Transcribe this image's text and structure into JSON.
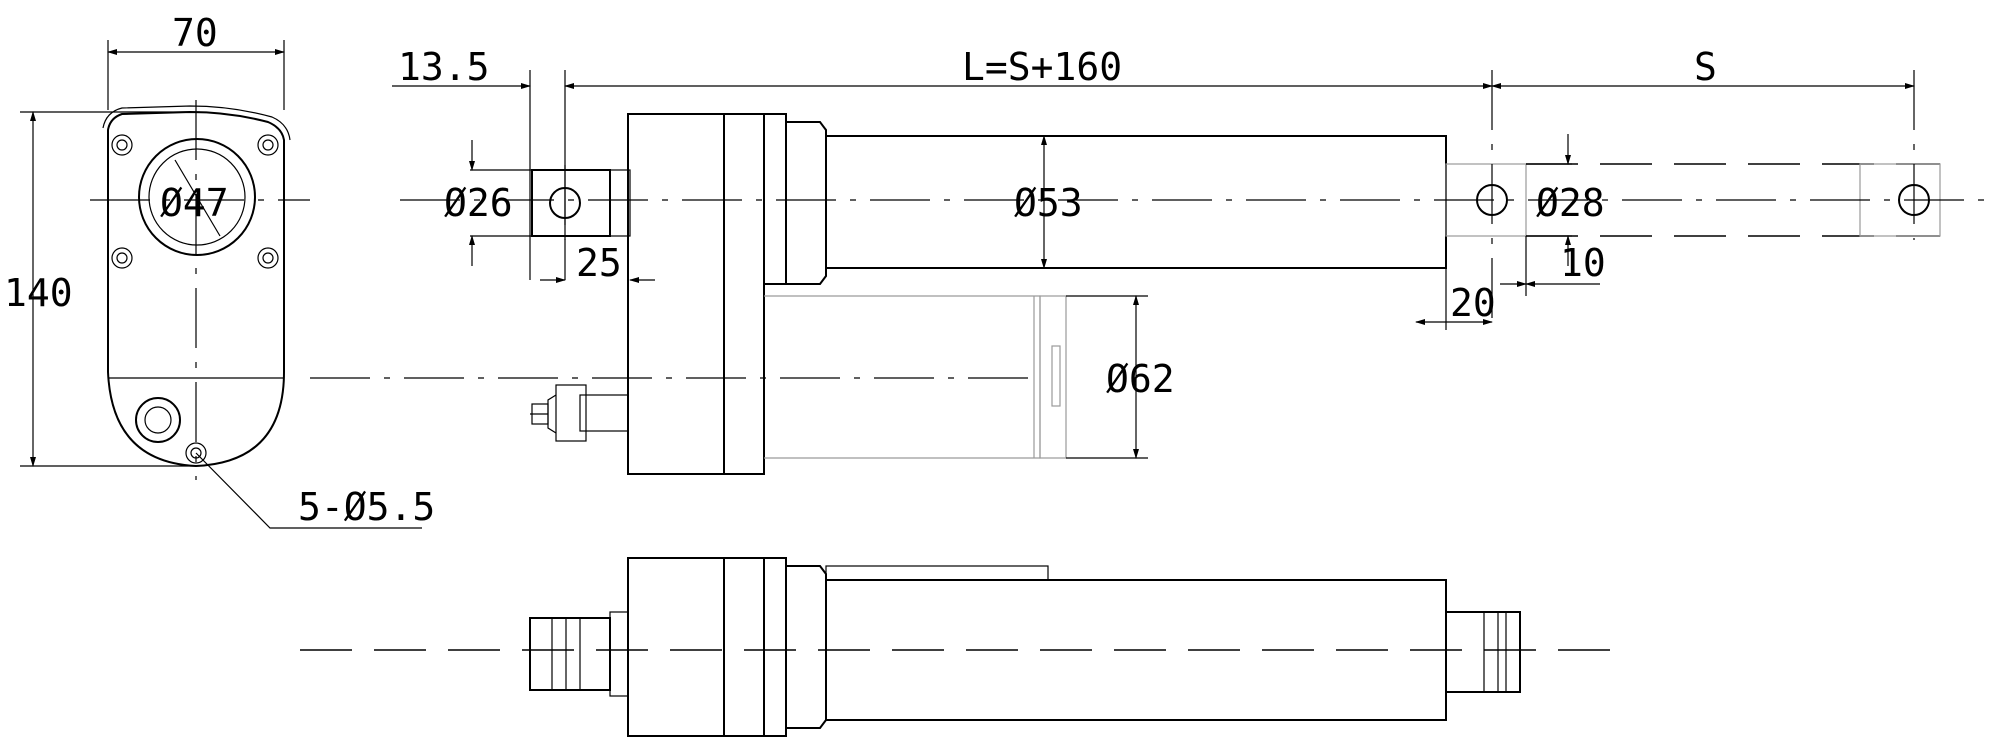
{
  "dimensions": {
    "width": "70",
    "height": "140",
    "pin_offset": "13.5",
    "length": "L=S+160",
    "stroke": "S",
    "rear_eye": "Ø26",
    "tube": "Ø53",
    "rod_eye": "Ø28",
    "motor": "Ø62",
    "flange": "Ø47",
    "rear_clevis": "25",
    "rod_end": "20",
    "rod_tip": "10",
    "holes": "5-Ø5.5"
  }
}
